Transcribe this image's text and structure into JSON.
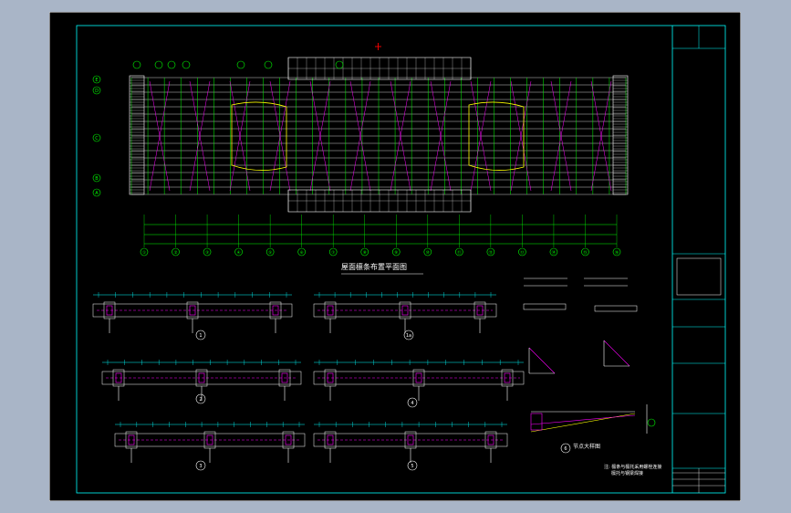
{
  "drawing": {
    "plan_title": "屋面檩条布置平面图",
    "plan_axes": [
      "①",
      "②",
      "③",
      "④",
      "⑤",
      "⑥",
      "⑦",
      "⑧",
      "⑨",
      "⑩",
      "⑪",
      "⑫",
      "⑬",
      "⑭",
      "⑮",
      "⑯"
    ],
    "row_axes": [
      "E",
      "D",
      "C",
      "B",
      "A"
    ],
    "detail_labels": [
      "1",
      "1a",
      "2",
      "4",
      "3",
      "5"
    ],
    "node_label": "6",
    "node_caption": "节点大样图",
    "notes_line1": "注: 檩条与檩托采用螺栓连接",
    "notes_line2": "檩托与钢梁焊接"
  },
  "colors": {
    "background": "#000000",
    "outer_frame": "#ffffff",
    "inner_frame": "#00ffff",
    "rafter": "#00ff00",
    "purlin": "#ffffff",
    "brace": "#ff00ff",
    "highlight": "#ffff00",
    "marker": "#ff0000"
  }
}
